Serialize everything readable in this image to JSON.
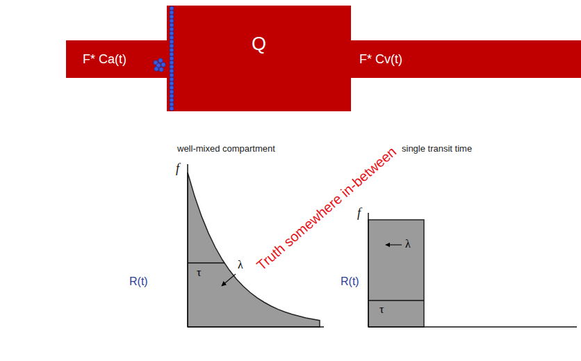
{
  "diagram": {
    "nodes": [
      {
        "text": [
          "F* Ca(t)"
        ]
      },
      {
        "text": [
          "Q"
        ]
      },
      {
        "text": [
          "F* Cv(t)"
        ]
      }
    ],
    "labels": [
      "well-mixed compartment",
      "Truth somewhere in-between",
      "single transit time",
      "f",
      "τ",
      "λ",
      "R(t)",
      "f",
      "λ",
      "τ",
      "R(t)"
    ]
  }
}
